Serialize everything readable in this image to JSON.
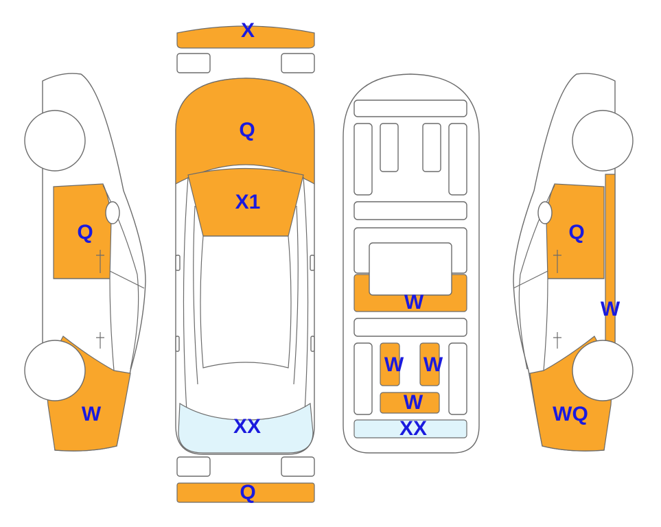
{
  "colors": {
    "damage_fill": "#F9A62B",
    "glass_fill": "#DFF4FB",
    "label_color": "#1A1ADE",
    "outline": "#6B6B6B"
  },
  "labels": {
    "front_bumper": "X",
    "hood": "Q",
    "windshield": "X1",
    "rear_window": "XX",
    "rear_bumper": "Q",
    "left_front_door": "Q",
    "left_rear_quarter": "W",
    "underbody_center": "W",
    "underbody_left": "W",
    "underbody_right": "W",
    "underbody_rear": "W",
    "underbody_rear_glass": "XX",
    "right_front_door": "Q",
    "right_side_sill": "W",
    "right_rear_quarter": "WQ"
  }
}
